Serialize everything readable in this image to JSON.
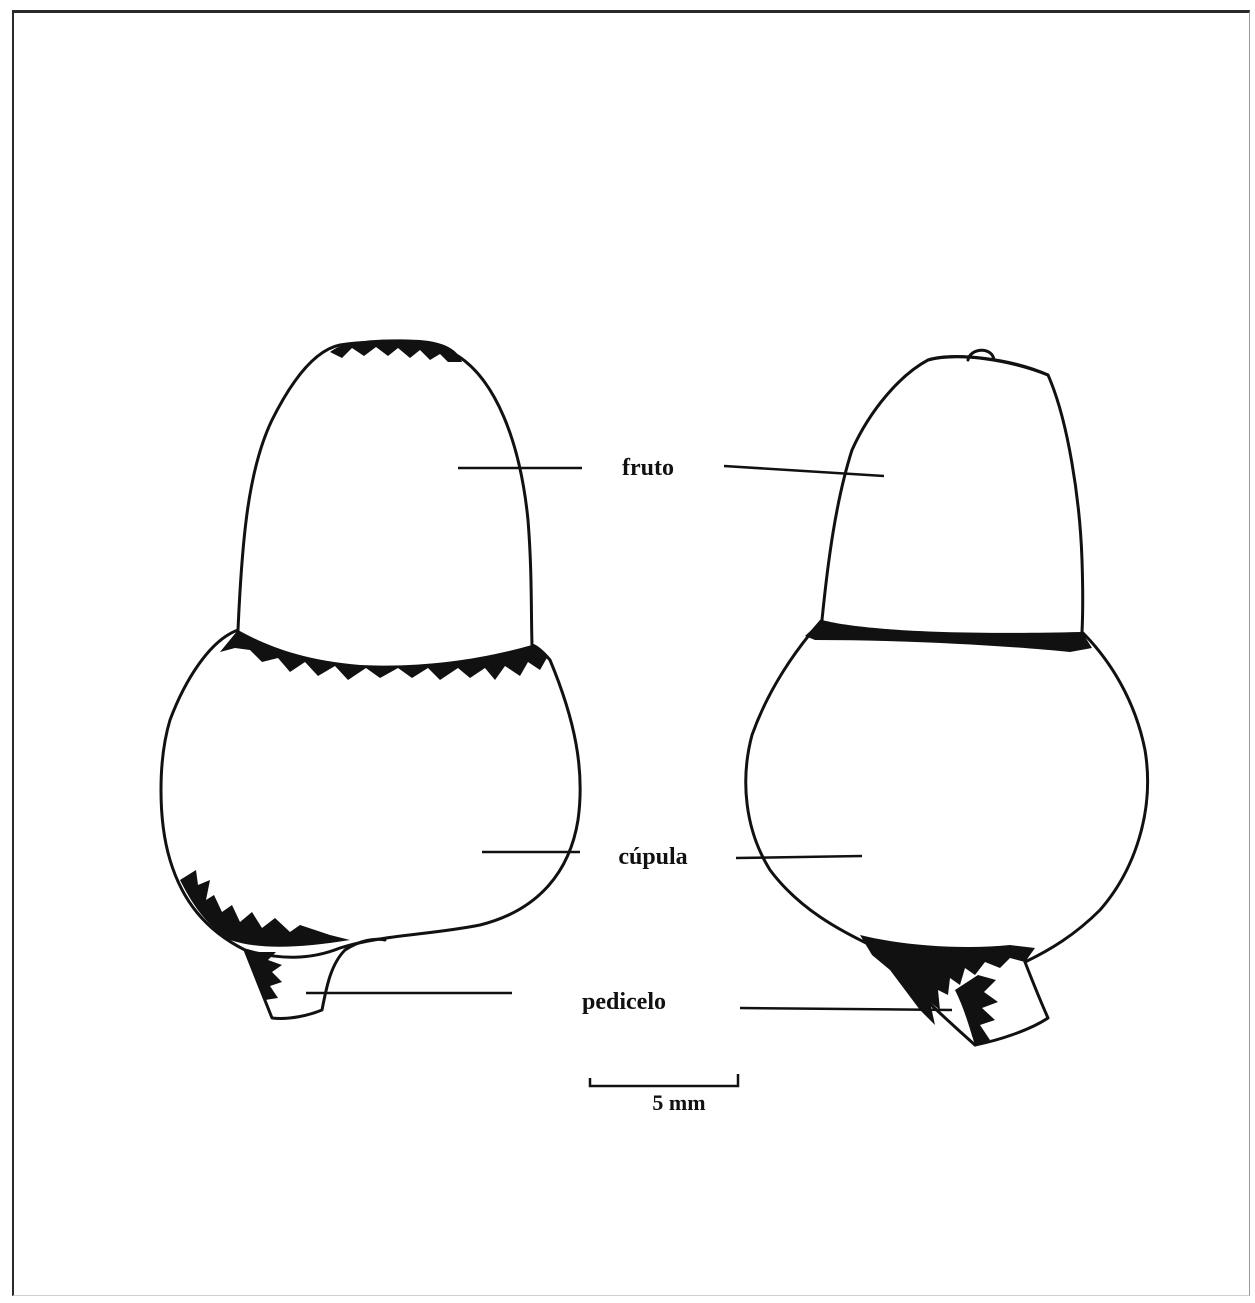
{
  "labels": {
    "fruit": "fruto",
    "cupule": "cúpula",
    "pedicel": "pedicelo"
  },
  "scale_bar": {
    "label": "5 mm"
  },
  "colors": {
    "ink": "#111111",
    "background": "#ffffff"
  }
}
